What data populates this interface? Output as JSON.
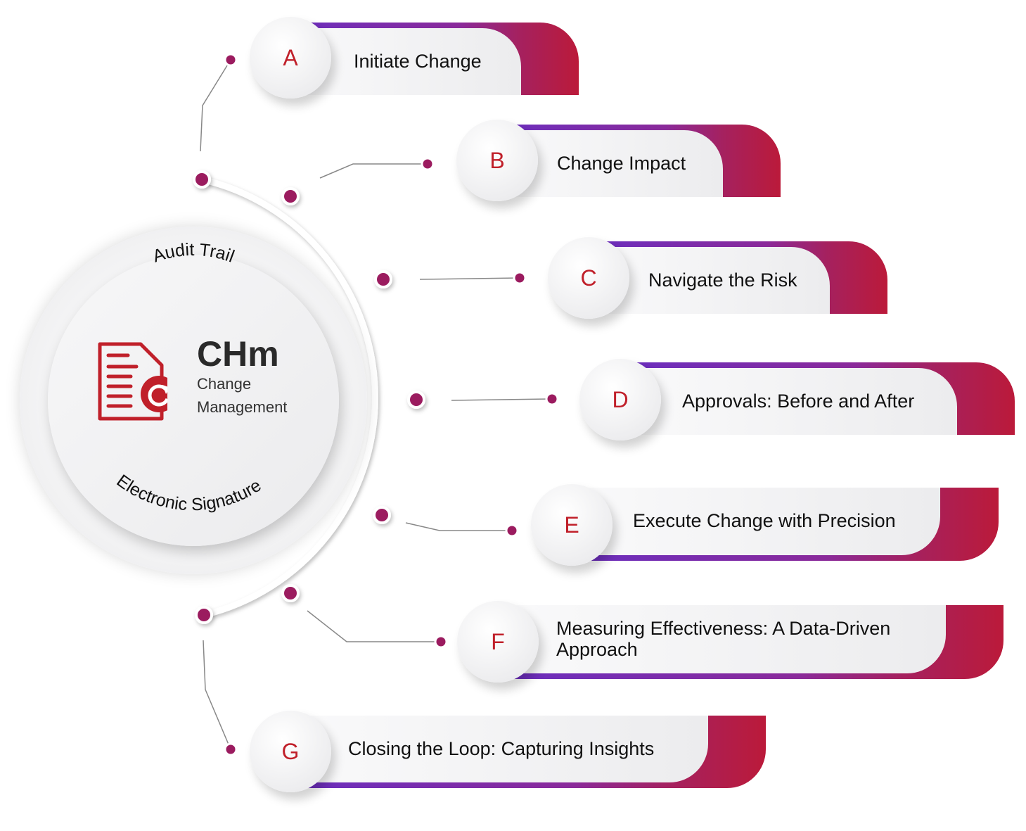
{
  "center": {
    "brand": "CHm",
    "subtitle_line1": "Change",
    "subtitle_line2": "Management",
    "arc_top_text": "Audit Trail",
    "arc_bottom_text": "Electronic Signature",
    "icon": "document-refresh-icon"
  },
  "colors": {
    "accent_red": "#c0202a",
    "gradient_start": "#6a2fc0",
    "gradient_end": "#bb1a3a",
    "dot": "#9b1b5f"
  },
  "steps": [
    {
      "letter": "A",
      "label": "Initiate Change"
    },
    {
      "letter": "B",
      "label": "Change Impact"
    },
    {
      "letter": "C",
      "label": "Navigate the Risk"
    },
    {
      "letter": "D",
      "label": "Approvals: Before and After"
    },
    {
      "letter": "E",
      "label": "Execute Change with Precision"
    },
    {
      "letter": "F",
      "label": "Measuring Effectiveness: A Data-Driven Approach"
    },
    {
      "letter": "G",
      "label": "Closing the Loop: Capturing Insights"
    }
  ]
}
